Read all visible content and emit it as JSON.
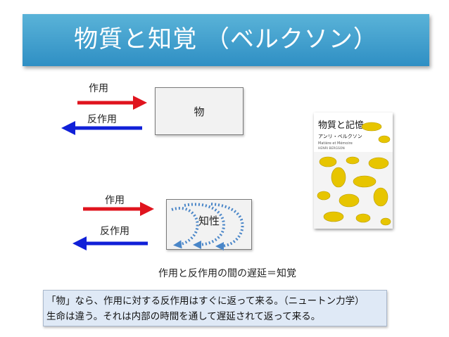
{
  "title": "物質と知覚 （ベルクソン）",
  "top": {
    "action_label": "作用",
    "reaction_label": "反作用",
    "box_label": "物"
  },
  "bottom": {
    "action_label": "作用",
    "reaction_label": "反作用",
    "box_label": "知性"
  },
  "caption": "作用と反作用の間の遅延＝知覚",
  "note_lines": [
    "「物」なら、作用に対する反作用はすぐに返って来る。（ニュートン力学）",
    "生命は違う。それは内部の時間を通して遅延されて返って来る。"
  ],
  "book": {
    "title": "物質と記憶",
    "author_ja": "アンリ・ベルクソン",
    "subtitle_fr": "Matière et Mémoire",
    "author_en": "HENRI BERGSON"
  },
  "colors": {
    "title_bar": "#3a9bd0",
    "action_arrow": "#e0141e",
    "reaction_arrow": "#1020d8",
    "delay_arrow": "#4a86c8"
  }
}
